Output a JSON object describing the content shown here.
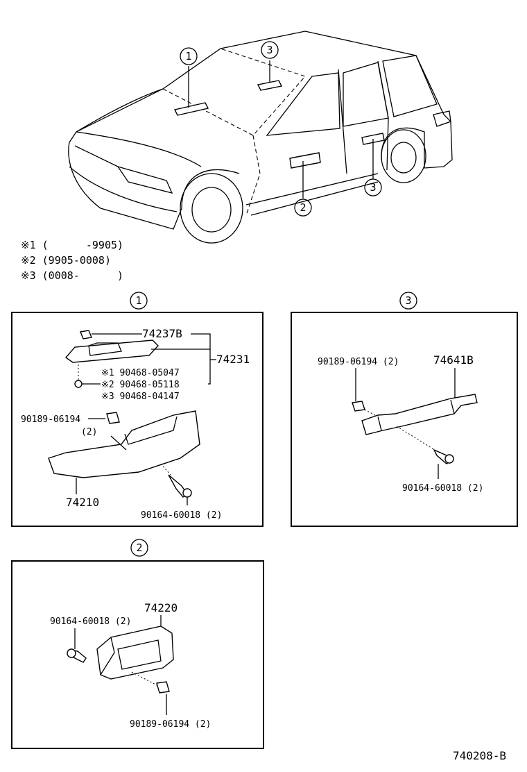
{
  "callouts": {
    "c1": "1",
    "c2": "2",
    "c3": "3"
  },
  "notes": [
    "※1 (      -9905)",
    "※2 (9905-0008)",
    "※3 (0008-      )"
  ],
  "panel1": {
    "title": "1",
    "labels": {
      "p74237B": "74237B",
      "p74231": "74231",
      "n1": "※1 90468-05047",
      "n2": "※2 90468-05118",
      "n3": "※3 90468-04147",
      "clip": "90189-06194",
      "clip_qty": "(2)",
      "p74210": "74210",
      "screw": "90164-60018 (2)"
    }
  },
  "panel2": {
    "title": "2",
    "labels": {
      "p74220": "74220",
      "screw": "90164-60018 (2)",
      "clip": "90189-06194 (2)"
    }
  },
  "panel3": {
    "title": "3",
    "labels": {
      "clip": "90189-06194 (2)",
      "p74641B": "74641B",
      "screw": "90164-60018 (2)"
    }
  },
  "figure_code": "740208-B"
}
